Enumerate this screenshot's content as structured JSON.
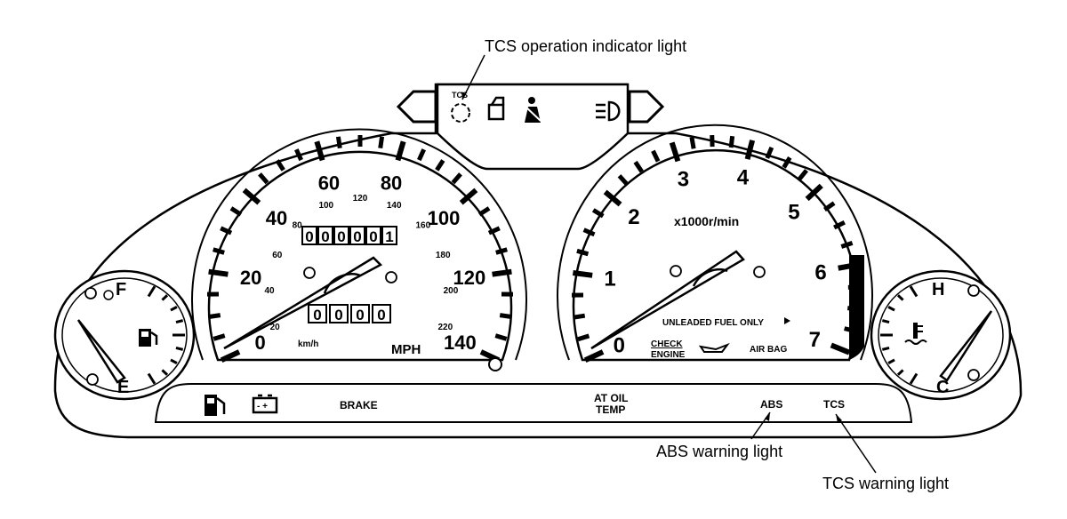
{
  "callouts": {
    "tcs_operation": "TCS operation indicator light",
    "abs_warning": "ABS warning light",
    "tcs_warning": "TCS warning light"
  },
  "speedometer": {
    "mph_labels": [
      "0",
      "20",
      "40",
      "60",
      "80",
      "100",
      "120",
      "140"
    ],
    "kmh_labels": [
      "20",
      "40",
      "60",
      "80",
      "100",
      "120",
      "140",
      "160",
      "180",
      "200",
      "220"
    ],
    "odometer": [
      "0",
      "0",
      "0",
      "0",
      "0",
      "1"
    ],
    "trip": [
      "0",
      "0",
      "0",
      "0"
    ],
    "unit_mph": "MPH",
    "unit_kmh": "km/h"
  },
  "tachometer": {
    "labels": [
      "0",
      "1",
      "2",
      "3",
      "4",
      "5",
      "6",
      "7"
    ],
    "unit": "x1000r/min",
    "unleaded": "UNLEADED FUEL ONLY",
    "check_engine_line1": "CHECK",
    "check_engine_line2": "ENGINE",
    "airbag": "AIR BAG"
  },
  "fuel_gauge": {
    "full": "F",
    "empty": "E"
  },
  "temp_gauge": {
    "hot": "H",
    "cold": "C"
  },
  "indicators": {
    "tcs_small": "TCS",
    "brake": "BRAKE",
    "at_oil_line1": "AT OIL",
    "at_oil_line2": "TEMP",
    "abs": "ABS",
    "tcs": "TCS"
  }
}
